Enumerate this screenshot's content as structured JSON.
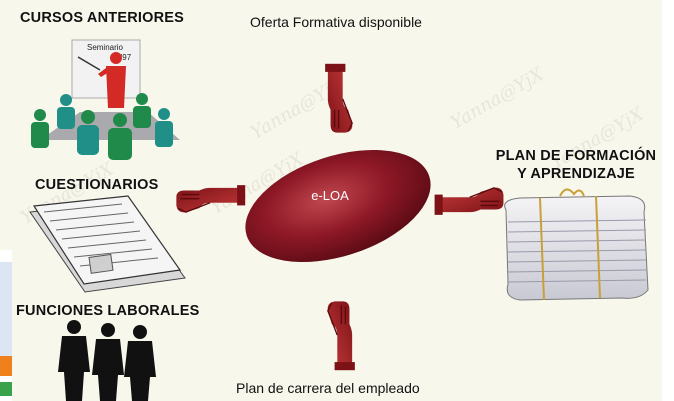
{
  "labels": {
    "top": "Oferta Formativa disponible",
    "bottom": "Plan de carrera del empleado",
    "cursos": "CURSOS ANTERIORES",
    "cuestionarios": "CUESTIONARIOS",
    "funciones": "FUNCIONES LABORALES",
    "plan_line1": "PLAN DE FORMACIÓN",
    "plan_line2": "Y APRENDIZAJE"
  },
  "center": {
    "label": "e-LOA",
    "color": "#8e1826"
  },
  "board": {
    "line1": "Seminario",
    "line2": "'97"
  },
  "watermark": "Yanna@YjX",
  "colors": {
    "hand": "#9b1b1e",
    "figure_green": "#1f8a4a",
    "figure_teal": "#1f8f88",
    "silhouette": "#111111"
  }
}
